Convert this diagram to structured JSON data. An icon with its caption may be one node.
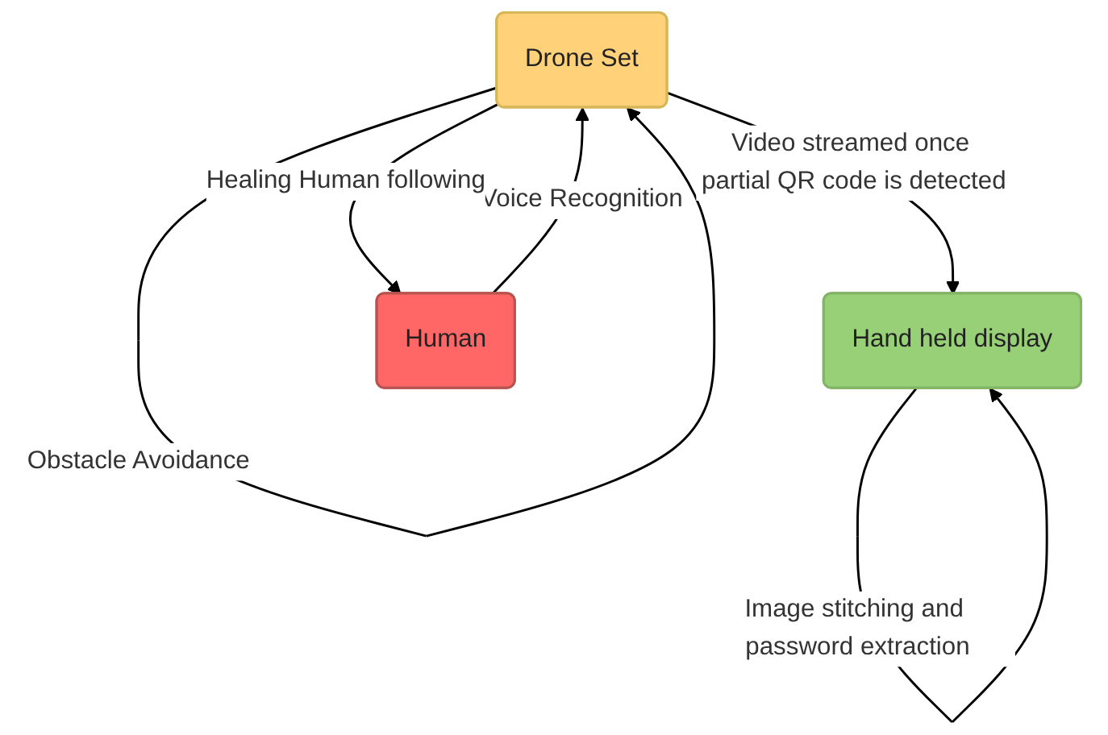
{
  "diagram": {
    "nodes": [
      {
        "text": [
          "Drone Set"
        ]
      },
      {
        "text": [
          "Hand held display"
        ]
      },
      {
        "text": [
          "Human"
        ]
      }
    ],
    "edges": [
      {
        "from": 0,
        "to": 0,
        "arrow": "to",
        "label": "Obstacle Avoidance"
      },
      {
        "from": 0,
        "to": 1,
        "arrow": "to",
        "label": "Video streamed once partial QR code is detected"
      },
      {
        "from": 2,
        "to": 0,
        "arrow": "to",
        "label": "Voice Recognition"
      },
      {
        "from": 0,
        "to": 2,
        "arrow": "to",
        "label": "Healing Human following"
      },
      {
        "from": 1,
        "to": 1,
        "arrow": "to",
        "label": "Image stitching and password extraction"
      }
    ]
  }
}
